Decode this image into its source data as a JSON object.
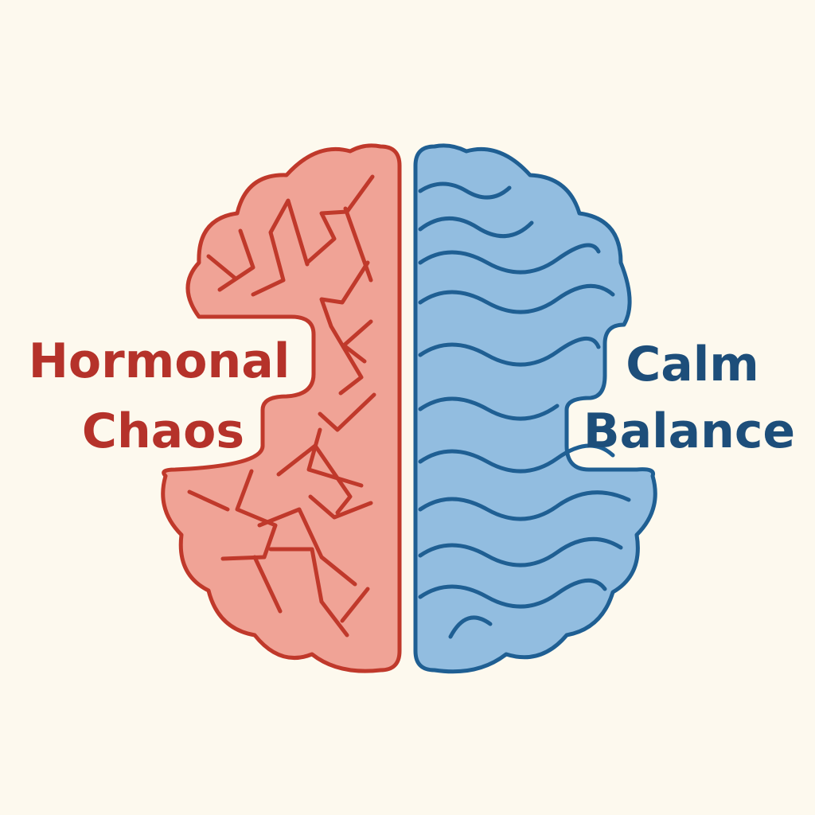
{
  "left_hemisphere": {
    "label_line1": "Hormonal",
    "label_line2": "Chaos",
    "fill_color": "#f0a396",
    "stroke_color": "#c0392b"
  },
  "right_hemisphere": {
    "label_line1": "Calm",
    "label_line2": "Balance",
    "fill_color": "#92bde0",
    "stroke_color": "#1f5f93"
  },
  "background_color": "#fdf9ee"
}
